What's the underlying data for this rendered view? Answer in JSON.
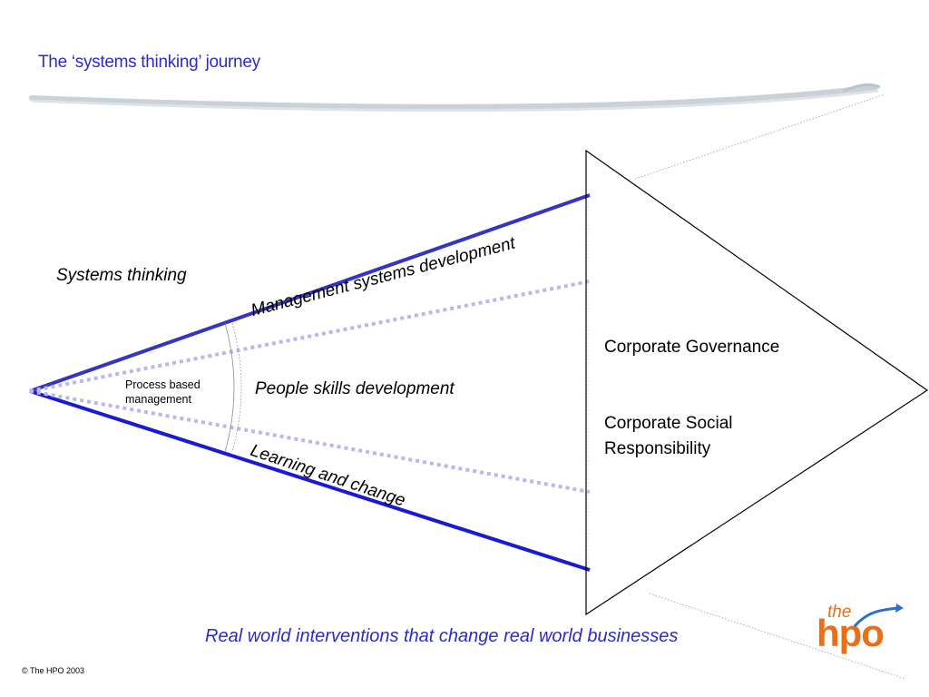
{
  "title": "The ‘systems thinking’ journey",
  "labels": {
    "systems_thinking": "Systems thinking",
    "management_systems_development": "Management systems development",
    "people_skills_development": "People skills development",
    "learning_and_change": "Learning and change",
    "process_based_management": "Process based management",
    "corporate_governance": "Corporate Governance",
    "corporate_social_responsibility": "Corporate Social Responsibility"
  },
  "footer": "Real world interventions that change real world businesses",
  "copyright": "© The HPO 2003",
  "logo": {
    "the": "the",
    "hpo": "hpo"
  },
  "colors": {
    "accent_blue": "#2b2bc8",
    "line_blue": "#3535c0",
    "dotted_blue": "#b8b8ee",
    "logo_orange": "#e8701a"
  }
}
